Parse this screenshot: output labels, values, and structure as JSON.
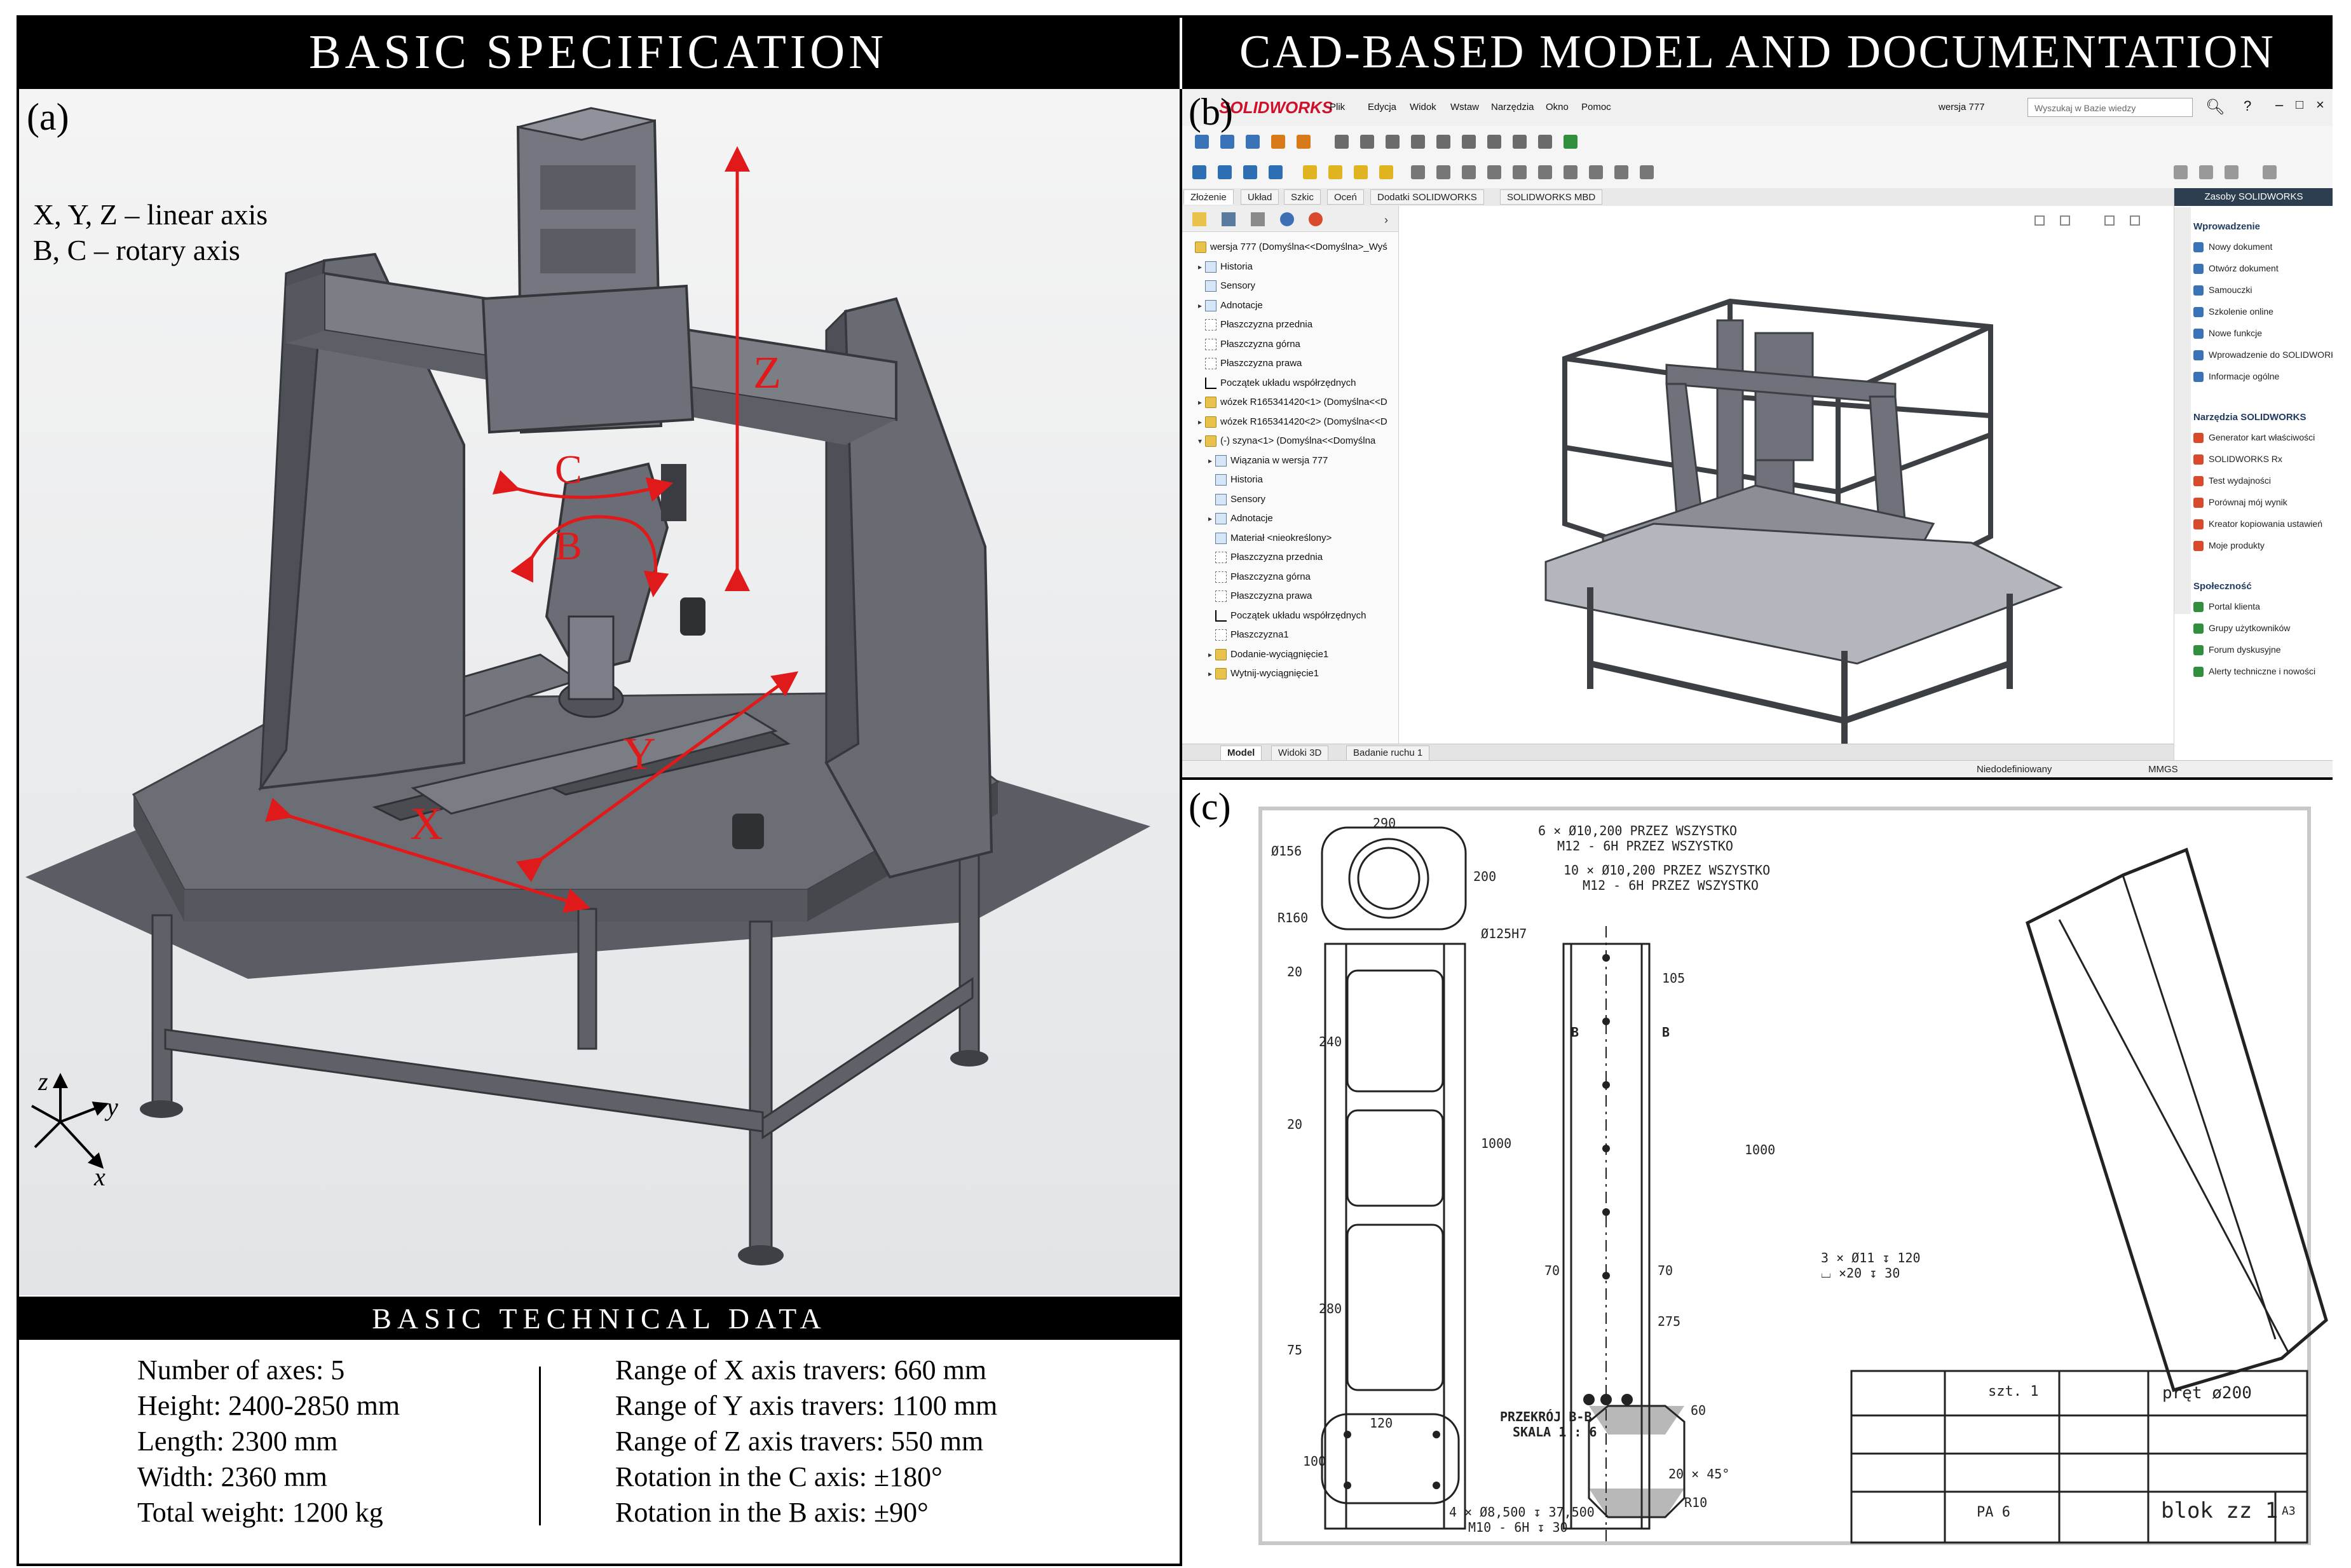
{
  "headers": {
    "left": "BASIC SPECIFICATION",
    "right": "CAD-BASED MODEL AND DOCUMENTATION"
  },
  "panels": {
    "a": "(a)",
    "b": "(b)",
    "c": "(c)"
  },
  "axis_legend": {
    "line1": "X, Y, Z – linear axis",
    "line2": "B, C – rotary axis"
  },
  "axis_labels": {
    "x": "X",
    "y": "Y",
    "z": "Z",
    "b": "B",
    "c": "C"
  },
  "triad": {
    "x": "x",
    "y": "y",
    "z": "z"
  },
  "tech_data": {
    "title": "BASIC TECHNICAL DATA",
    "left": [
      "Number of axes: 5",
      "Height: 2400-2850 mm",
      "Length: 2300 mm",
      "Width: 2360 mm",
      "Total weight: 1200 kg"
    ],
    "right": [
      "Range of X axis travers: 660 mm",
      "Range of Y axis travers: 1100 mm",
      "Range of Z axis travers: 550 mm",
      "Rotation in the C axis: ±180°",
      "Rotation in the B axis: ±90°"
    ]
  },
  "solidworks": {
    "logo": "SOLIDWORKS",
    "menu": [
      "Plik",
      "Edycja",
      "Widok",
      "Wstaw",
      "Narzędzia",
      "Okno",
      "Pomoc"
    ],
    "config": "wersja 777",
    "search_placeholder": "Wyszukaj w Bazie wiedzy",
    "command_tabs": [
      "Złożenie",
      "Układ",
      "Szkic",
      "Oceń",
      "Dodatki SOLIDWORKS",
      "SOLIDWORKS MBD"
    ],
    "tree": [
      {
        "text": "wersja 777 (Domyślna<<Domyślna>_Wyś",
        "icon": "fold",
        "indent": 0,
        "caret": ""
      },
      {
        "text": "Historia",
        "icon": "sensor",
        "indent": 1,
        "caret": "▸"
      },
      {
        "text": "Sensory",
        "icon": "sensor",
        "indent": 1,
        "caret": ""
      },
      {
        "text": "Adnotacje",
        "icon": "sensor",
        "indent": 1,
        "caret": "▸"
      },
      {
        "text": "Płaszczyzna przednia",
        "icon": "plane",
        "indent": 1,
        "caret": ""
      },
      {
        "text": "Płaszczyzna górna",
        "icon": "plane",
        "indent": 1,
        "caret": ""
      },
      {
        "text": "Płaszczyzna prawa",
        "icon": "plane",
        "indent": 1,
        "caret": ""
      },
      {
        "text": "Początek układu współrzędnych",
        "icon": "origin",
        "indent": 1,
        "caret": ""
      },
      {
        "text": "wózek R165341420<1> (Domyślna<<D",
        "icon": "fold",
        "indent": 1,
        "caret": "▸"
      },
      {
        "text": "wózek R165341420<2> (Domyślna<<D",
        "icon": "fold",
        "indent": 1,
        "caret": "▸"
      },
      {
        "text": "(-) szyna<1> (Domyślna<<Domyślna",
        "icon": "fold",
        "indent": 1,
        "caret": "▾"
      },
      {
        "text": "Wiązania w wersja 777",
        "icon": "sensor",
        "indent": 2,
        "caret": "▸"
      },
      {
        "text": "Historia",
        "icon": "sensor",
        "indent": 2,
        "caret": ""
      },
      {
        "text": "Sensory",
        "icon": "sensor",
        "indent": 2,
        "caret": ""
      },
      {
        "text": "Adnotacje",
        "icon": "sensor",
        "indent": 2,
        "caret": "▸"
      },
      {
        "text": "Materiał <nieokreślony>",
        "icon": "sensor",
        "indent": 2,
        "caret": ""
      },
      {
        "text": "Płaszczyzna przednia",
        "icon": "plane",
        "indent": 2,
        "caret": ""
      },
      {
        "text": "Płaszczyzna górna",
        "icon": "plane",
        "indent": 2,
        "caret": ""
      },
      {
        "text": "Płaszczyzna prawa",
        "icon": "plane",
        "indent": 2,
        "caret": ""
      },
      {
        "text": "Początek układu współrzędnych",
        "icon": "origin",
        "indent": 2,
        "caret": ""
      },
      {
        "text": "Płaszczyzna1",
        "icon": "plane",
        "indent": 2,
        "caret": ""
      },
      {
        "text": "Dodanie-wyciągnięcie1",
        "icon": "fold",
        "indent": 2,
        "caret": "▸"
      },
      {
        "text": "Wytnij-wyciągnięcie1",
        "icon": "fold",
        "indent": 2,
        "caret": "▸"
      }
    ],
    "taskpane": {
      "title": "Zasoby SOLIDWORKS",
      "sections": [
        {
          "title": "Wprowadzenie",
          "items": [
            "Nowy dokument",
            "Otwórz dokument",
            "Samouczki",
            "Szkolenie online",
            "Nowe funkcje",
            "Wprowadzenie do SOLIDWORKS",
            "Informacje ogólne"
          ]
        },
        {
          "title": "Narzędzia SOLIDWORKS",
          "items": [
            "Generator kart właściwości",
            "SOLIDWORKS Rx",
            "Test wydajności",
            "Porównaj mój wynik",
            "Kreator kopiowania ustawień",
            "Moje produkty"
          ]
        },
        {
          "title": "Społeczność",
          "items": [
            "Portal klienta",
            "Grupy użytkowników",
            "Forum dyskusyjne",
            "Alerty techniczne i nowości"
          ]
        }
      ]
    },
    "bottom_tabs": [
      "Model",
      "Widoki 3D",
      "Badanie ruchu 1"
    ],
    "status": {
      "state": "Niedodefiniowany",
      "units": "MMGS"
    }
  },
  "drawing": {
    "notes": {
      "holes1_a": "6 × Ø10,200 PRZEZ WSZYSTKO",
      "holes1_b": "M12 - 6H PRZEZ WSZYSTKO",
      "holes2_a": "10 × Ø10,200 PRZEZ WSZYSTKO",
      "holes2_b": "M12 - 6H PRZEZ WSZYSTKO",
      "holes3_a": "3 × Ø11 ↧ 120",
      "holes3_b": "⌴ ×20 ↧ 30",
      "holes4_a": "4 × Ø8,500 ↧ 37,500",
      "holes4_b": "M10 - 6H ↧ 30",
      "section_a": "PRZEKRÓJ B-B",
      "section_b": "SKALA 1 : 6",
      "chamfer": "20 × 45°"
    },
    "dims": {
      "d290": "290",
      "d200": "200",
      "d156": "Ø156",
      "r160": "R160",
      "d125h7": "Ø125H7",
      "d20a": "20",
      "d240": "240",
      "d20b": "20",
      "d1000a": "1000",
      "d280": "280",
      "d75": "75",
      "d105": "105",
      "d1000b": "1000",
      "d70a": "70",
      "d70b": "70",
      "d275": "275",
      "d120": "120",
      "d100": "100",
      "d60": "60",
      "r10": "R10",
      "b_left": "B",
      "b_right": "B"
    },
    "title_block": {
      "qty": "szt. 1",
      "name": "pręt ø200",
      "material": "PA 6",
      "part": "blok zz 1",
      "size": "A3"
    }
  }
}
